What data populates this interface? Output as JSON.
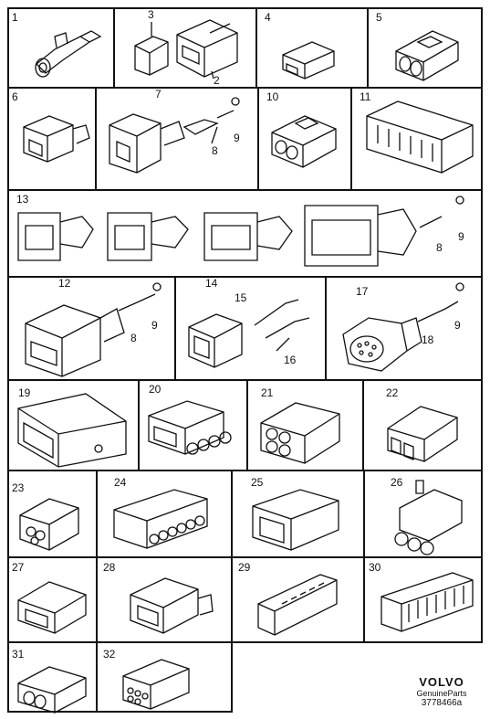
{
  "cells": [
    {
      "id": "1",
      "labels": [
        "1"
      ]
    },
    {
      "id": "3",
      "labels": [
        "3",
        "2"
      ]
    },
    {
      "id": "4",
      "labels": [
        "4"
      ]
    },
    {
      "id": "5",
      "labels": [
        "5"
      ]
    },
    {
      "id": "6",
      "labels": [
        "6"
      ]
    },
    {
      "id": "7",
      "labels": [
        "7",
        "8",
        "9"
      ]
    },
    {
      "id": "10",
      "labels": [
        "10"
      ]
    },
    {
      "id": "11",
      "labels": [
        "11"
      ]
    },
    {
      "id": "13",
      "labels": [
        "13",
        "8",
        "9"
      ]
    },
    {
      "id": "12",
      "labels": [
        "12",
        "8",
        "9"
      ]
    },
    {
      "id": "14",
      "labels": [
        "14",
        "15",
        "16"
      ]
    },
    {
      "id": "17",
      "labels": [
        "17",
        "18",
        "9"
      ]
    },
    {
      "id": "19",
      "labels": [
        "19"
      ]
    },
    {
      "id": "20",
      "labels": [
        "20"
      ]
    },
    {
      "id": "21",
      "labels": [
        "21"
      ]
    },
    {
      "id": "22",
      "labels": [
        "22"
      ]
    },
    {
      "id": "23",
      "labels": [
        "23"
      ]
    },
    {
      "id": "24",
      "labels": [
        "24"
      ]
    },
    {
      "id": "25",
      "labels": [
        "25"
      ]
    },
    {
      "id": "26",
      "labels": [
        "26"
      ]
    },
    {
      "id": "27",
      "labels": [
        "27"
      ]
    },
    {
      "id": "28",
      "labels": [
        "28"
      ]
    },
    {
      "id": "29",
      "labels": [
        "29"
      ]
    },
    {
      "id": "30",
      "labels": [
        "30"
      ]
    },
    {
      "id": "31",
      "labels": [
        "31"
      ]
    },
    {
      "id": "32",
      "labels": [
        "32"
      ]
    }
  ],
  "branding": {
    "logo_text": "VOLVO",
    "subtitle": "GenuineParts",
    "code": "3778466a"
  },
  "colors": {
    "line": "#111111",
    "background": "#ffffff"
  }
}
